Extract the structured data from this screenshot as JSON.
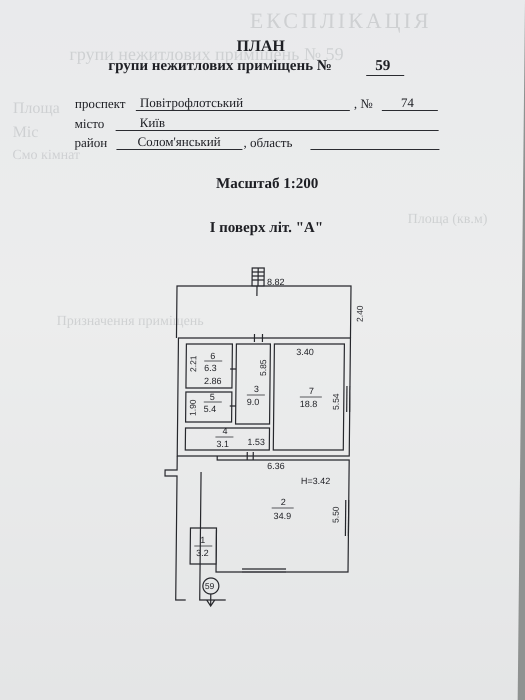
{
  "header": {
    "title": "ПЛАН",
    "subtitle_prefix": "групи нежитлових приміщень №",
    "group_number": "59"
  },
  "address": {
    "avenue_label": "проспект",
    "avenue_value": "Повітрофлотський",
    "number_label": ", №",
    "number_value": "74",
    "city_label": "місто",
    "city_value": "Київ",
    "district_label": "район",
    "district_value": "Солом'янський",
    "region_label": ", область",
    "region_value": ""
  },
  "scale": "Масштаб 1:200",
  "floor": "І поверх літ. \"А\"",
  "plan": {
    "dim_top": "8.82",
    "dim_corridor_height": "2.40",
    "dim_room7_width": "3.40",
    "dim_room7_height": "5.54",
    "dim_room3_height": "5.85",
    "dim_room6_height": "2.21",
    "dim_room6_width": "2.86",
    "dim_room5_height": "1.90",
    "dim_room4_width": "1.53",
    "dim_room2_width": "6.36",
    "dim_room2_height": "5.50",
    "ceiling_height": "H=3.42",
    "group_marker": "59",
    "rooms": [
      {
        "num": "1",
        "area": "3.2"
      },
      {
        "num": "2",
        "area": "34.9"
      },
      {
        "num": "3",
        "area": "9.0"
      },
      {
        "num": "4",
        "area": "3.1"
      },
      {
        "num": "5",
        "area": "5.4"
      },
      {
        "num": "6",
        "area": "6.3"
      },
      {
        "num": "7",
        "area": "18.8"
      }
    ]
  }
}
